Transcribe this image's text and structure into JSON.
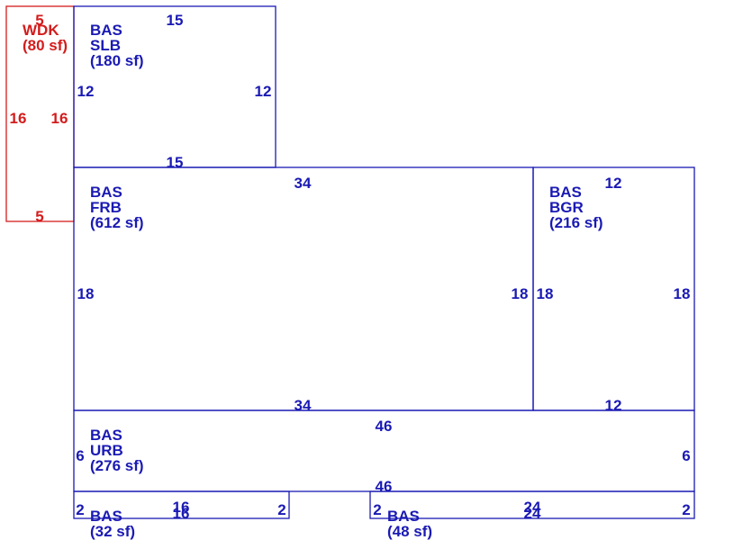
{
  "areas": [
    {
      "id": "wdk",
      "lines": [
        "WDK",
        "(80 sf)"
      ],
      "color": "#d41c1c",
      "dims": {
        "top": "5",
        "bottom": "5",
        "left": "16",
        "right": "16"
      }
    },
    {
      "id": "slb",
      "lines": [
        "BAS",
        "SLB",
        "(180 sf)"
      ],
      "color": "#1a1ab4",
      "dims": {
        "top": "15",
        "bottom": "15",
        "left": "12",
        "right": "12"
      }
    },
    {
      "id": "frb",
      "lines": [
        "BAS",
        "FRB",
        "(612 sf)"
      ],
      "color": "#1a1ab4",
      "dims": {
        "top": "34",
        "bottom": "34",
        "left": "18",
        "right": "18"
      }
    },
    {
      "id": "bgr",
      "lines": [
        "BAS",
        "BGR",
        "(216 sf)"
      ],
      "color": "#1a1ab4",
      "dims": {
        "top": "12",
        "bottom": "12",
        "left": "18",
        "right": "18"
      }
    },
    {
      "id": "urb",
      "lines": [
        "BAS",
        "URB",
        "(276 sf)"
      ],
      "color": "#1a1ab4",
      "dims": {
        "top": "46",
        "bottom": "46",
        "left": "6",
        "right": "6"
      }
    },
    {
      "id": "bas32",
      "lines": [
        "BAS",
        "(32 sf)"
      ],
      "color": "#1a1ab4",
      "dims": {
        "top": "16",
        "bottom": "16",
        "left": "2",
        "right": "2"
      }
    },
    {
      "id": "bas48",
      "lines": [
        "BAS",
        "(48 sf)"
      ],
      "color": "#1a1ab4",
      "dims": {
        "top": "24",
        "bottom": "24",
        "left": "2",
        "right": "2"
      }
    }
  ]
}
